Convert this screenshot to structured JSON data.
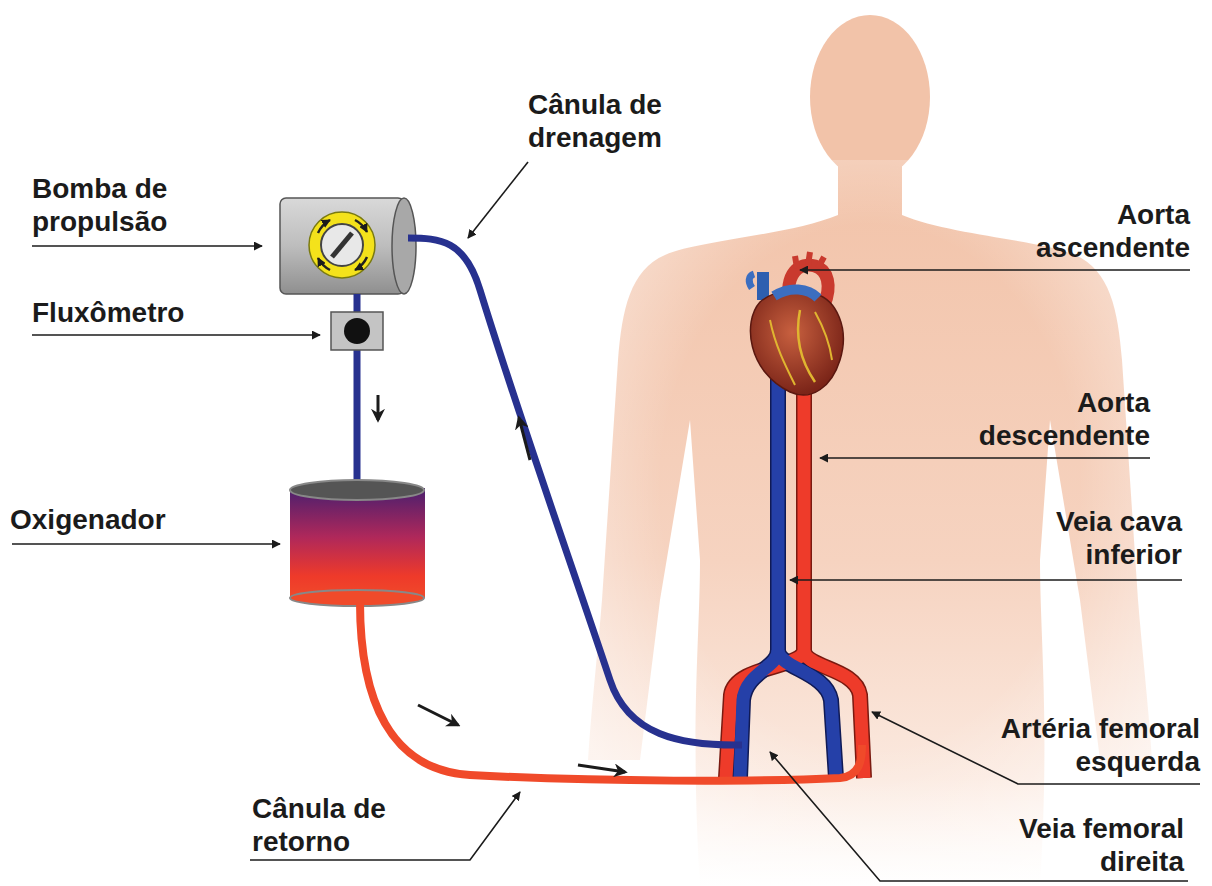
{
  "diagram": {
    "labels": [
      "Bomba de propulsão",
      "Cânula de drenagem",
      "Aorta ascendente",
      "Fluxômetro",
      "Aorta descendente",
      "Oxigenador",
      "Veia cava inferior",
      "Artéria femoral esquerda",
      "Cânula de retorno",
      "Veia femoral direita"
    ]
  }
}
